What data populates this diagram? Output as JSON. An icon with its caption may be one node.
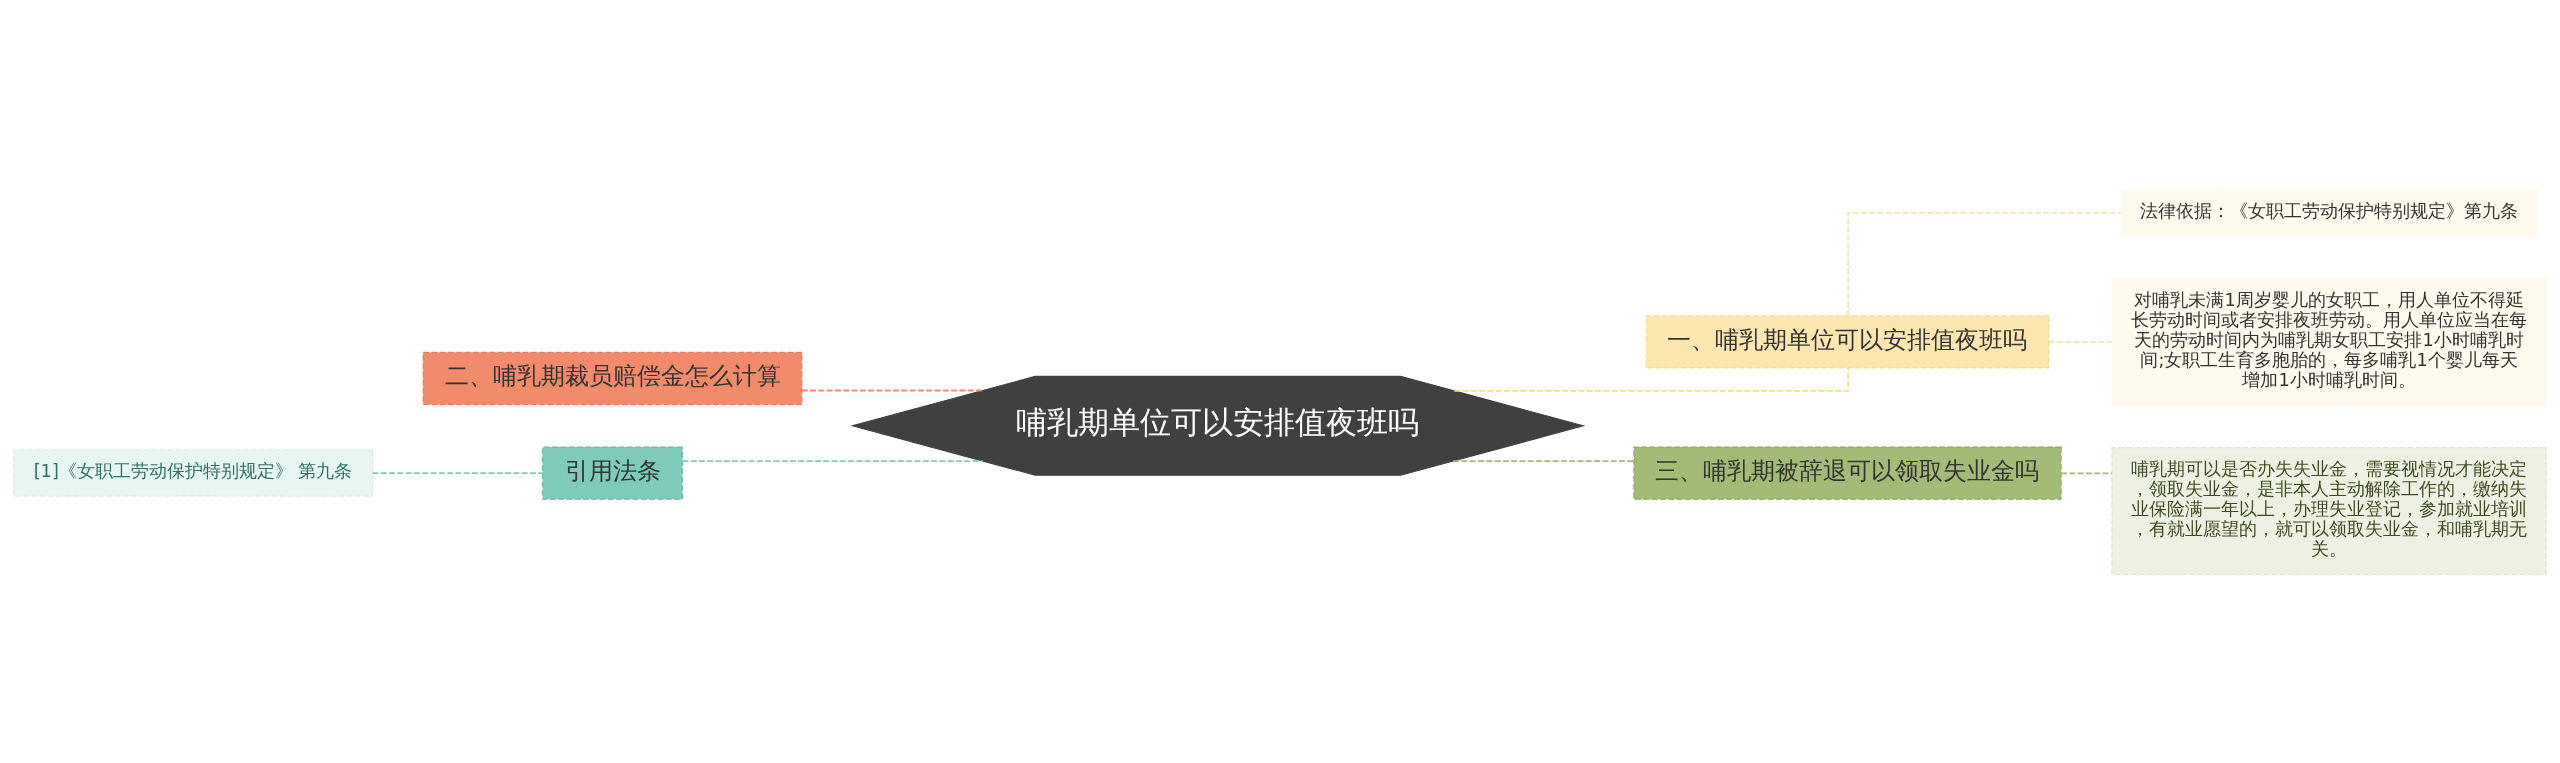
{
  "diagram": {
    "nodes": [
      {
        "text": [
          "哺乳期单位可以安排值夜班吗"
        ]
      },
      {
        "text": [
          "一、哺乳期单位可以安排值夜班吗"
        ]
      },
      {
        "text": [
          "法律依据：《女职工劳动保护特别规定》第九条"
        ]
      },
      {
        "text": [
          "对哺乳未满1周岁婴儿的女职工，用人单位不得延长劳动时间或者安排夜班劳动。用人单位应当在每天的劳动时间内为哺乳期女职工安排1小时哺乳时间;女职工生育多胞胎的，每多哺乳1个婴儿每天增加1小时哺乳时间。"
        ]
      },
      {
        "text": [
          "三、哺乳期被辞退可以领取失业金吗"
        ]
      },
      {
        "text": [
          "哺乳期可以是否办失失业金，需要视情况才能决定，领取失业金，是非本人主动解除工作的，缴纳失业保险满一年以上，办理失业登记，参加就业培训，有就业愿望的，就可以领取失业金，和哺乳期无关。"
        ]
      },
      {
        "text": [
          "二、哺乳期裁员赔偿金怎么计算"
        ]
      },
      {
        "text": [
          "引用法条"
        ]
      },
      {
        "text": [
          "[1]《女职工劳动保护特别规定》 第九条"
        ]
      }
    ],
    "edges": [
      {
        "from": 0,
        "to": 1,
        "arrow": "none",
        "style": "dashed",
        "color": "#f5d98f"
      },
      {
        "from": 1,
        "to": 2,
        "arrow": "none",
        "style": "dashed",
        "color": "#f5e2b0"
      },
      {
        "from": 1,
        "to": 3,
        "arrow": "none",
        "style": "dashed",
        "color": "#f5e2b0"
      },
      {
        "from": 0,
        "to": 4,
        "arrow": "none",
        "style": "dashed",
        "color": "#a3bb76"
      },
      {
        "from": 4,
        "to": 5,
        "arrow": "none",
        "style": "dashed",
        "color": "#a3bb76"
      },
      {
        "from": 0,
        "to": 6,
        "arrow": "none",
        "style": "dashed",
        "color": "#f28b6c"
      },
      {
        "from": 0,
        "to": 7,
        "arrow": "none",
        "style": "dashed",
        "color": "#7fcbbb"
      },
      {
        "from": 7,
        "to": 8,
        "arrow": "none",
        "style": "dashed",
        "color": "#7fcbbb"
      }
    ]
  }
}
